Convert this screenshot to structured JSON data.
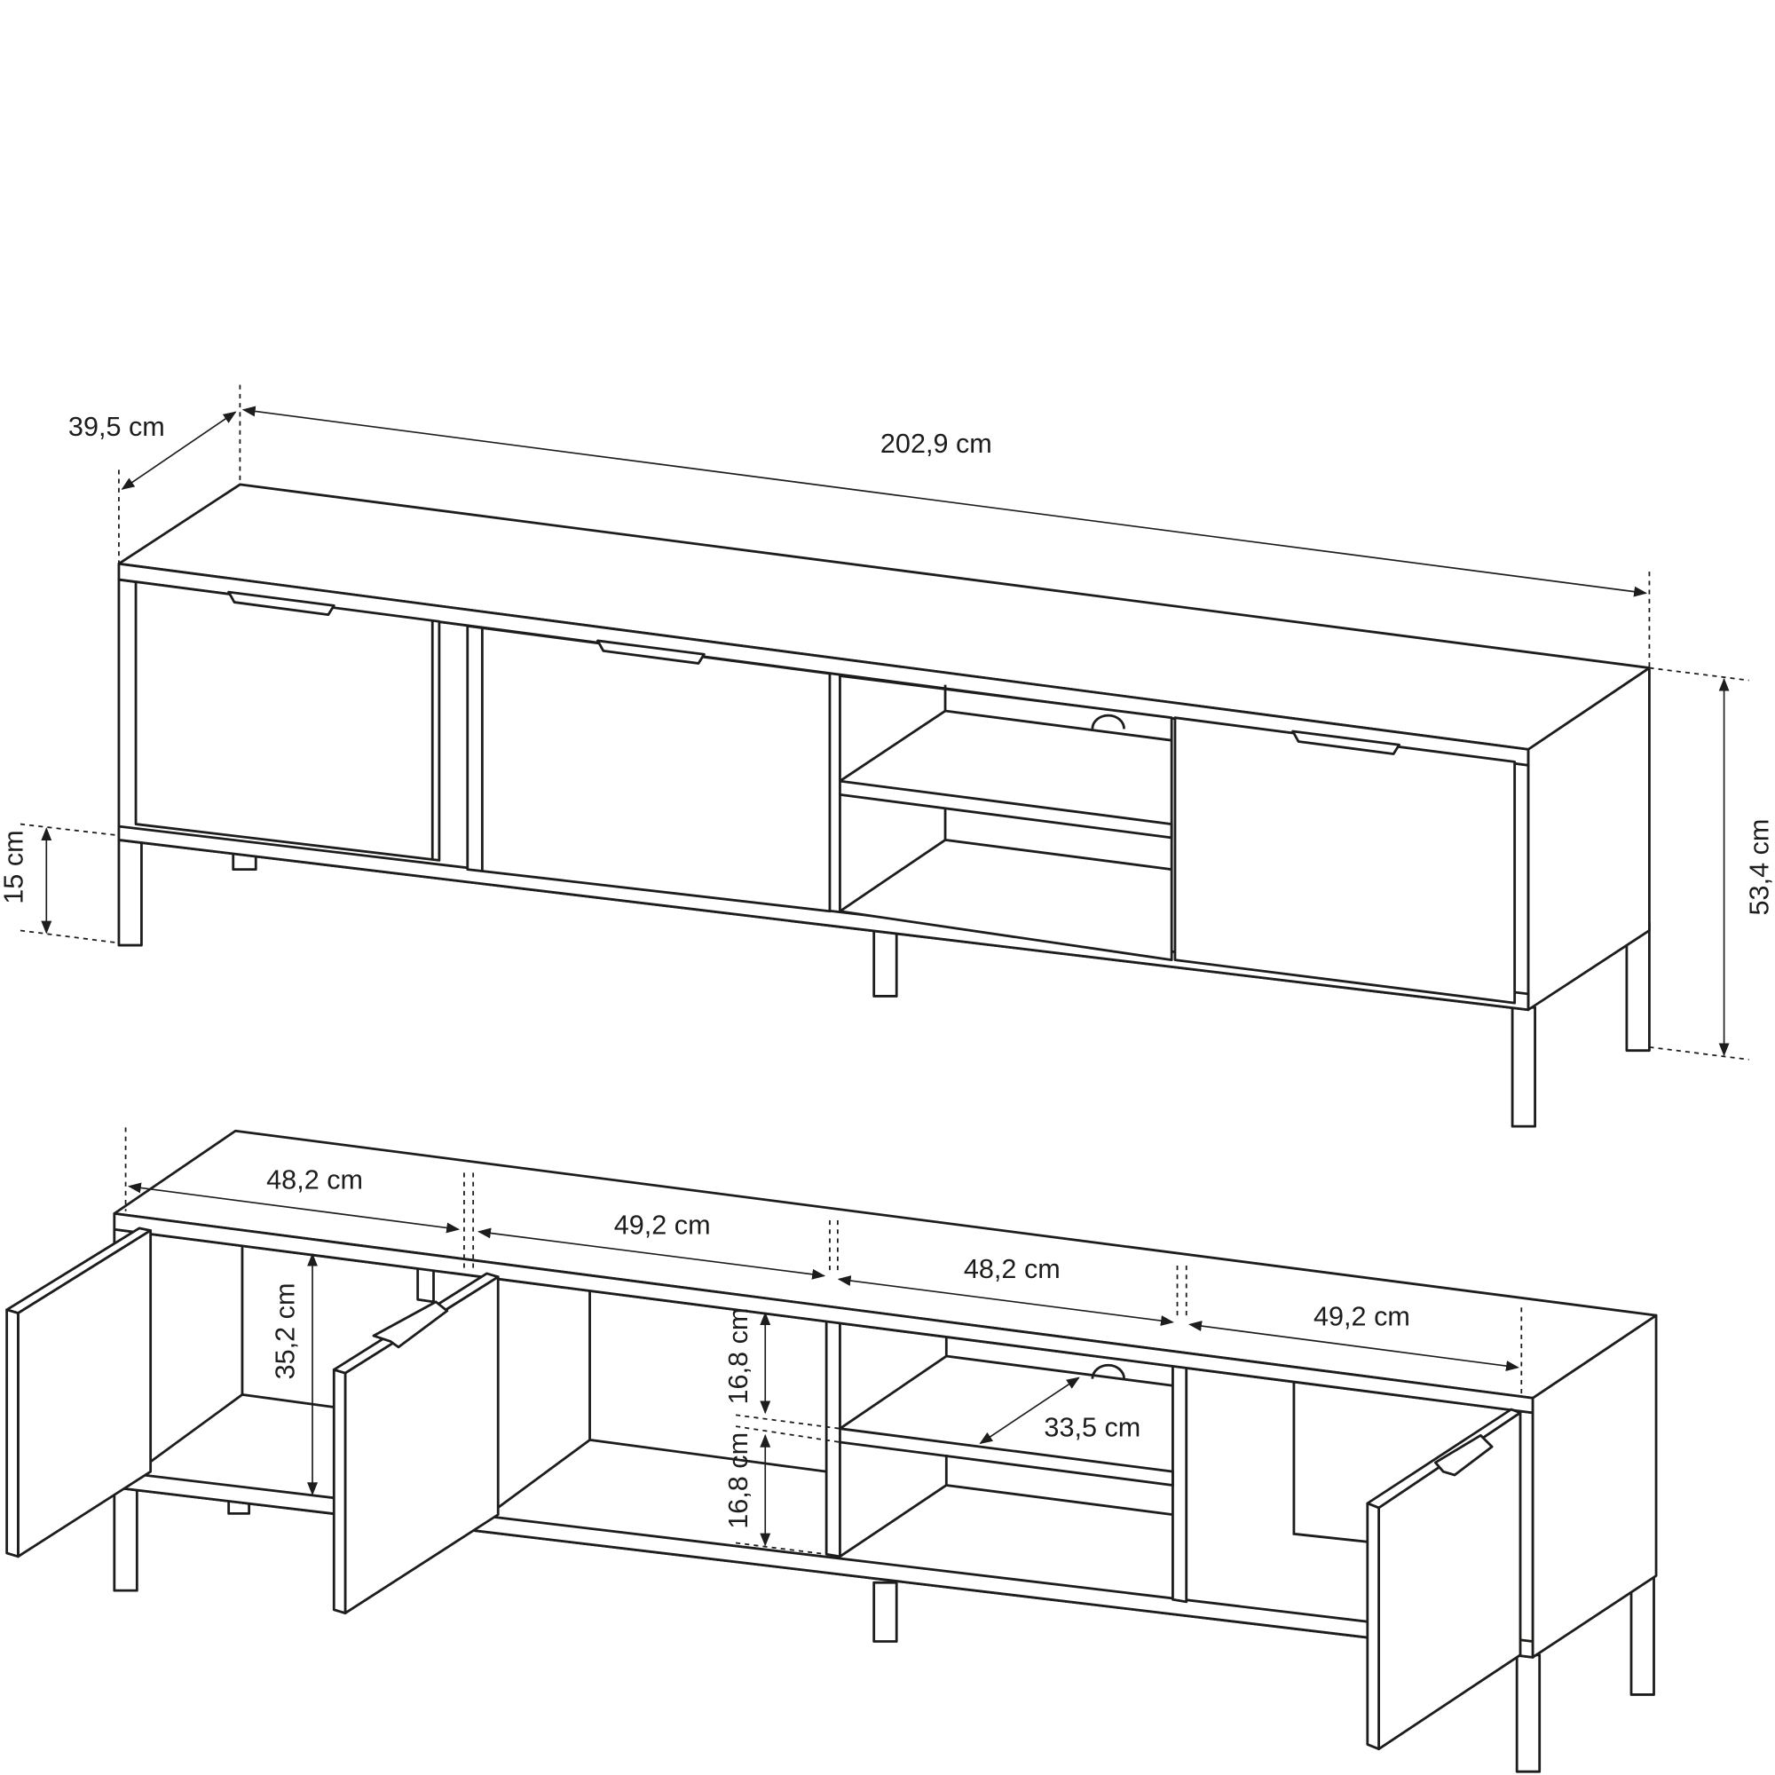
{
  "title": "TV cabinet dimension drawing",
  "closed_view": {
    "depth": "39,5 cm",
    "width": "202,9 cm",
    "height": "53,4 cm",
    "leg_height": "15 cm"
  },
  "open_view": {
    "compartment_1_width": "48,2 cm",
    "compartment_2_width": "49,2 cm",
    "compartment_3_width": "48,2 cm",
    "compartment_4_width": "49,2 cm",
    "interior_height": "35,2 cm",
    "upper_shelf_height": "16,8 cm",
    "lower_shelf_height": "16,8 cm",
    "shelf_depth": "33,5 cm"
  }
}
